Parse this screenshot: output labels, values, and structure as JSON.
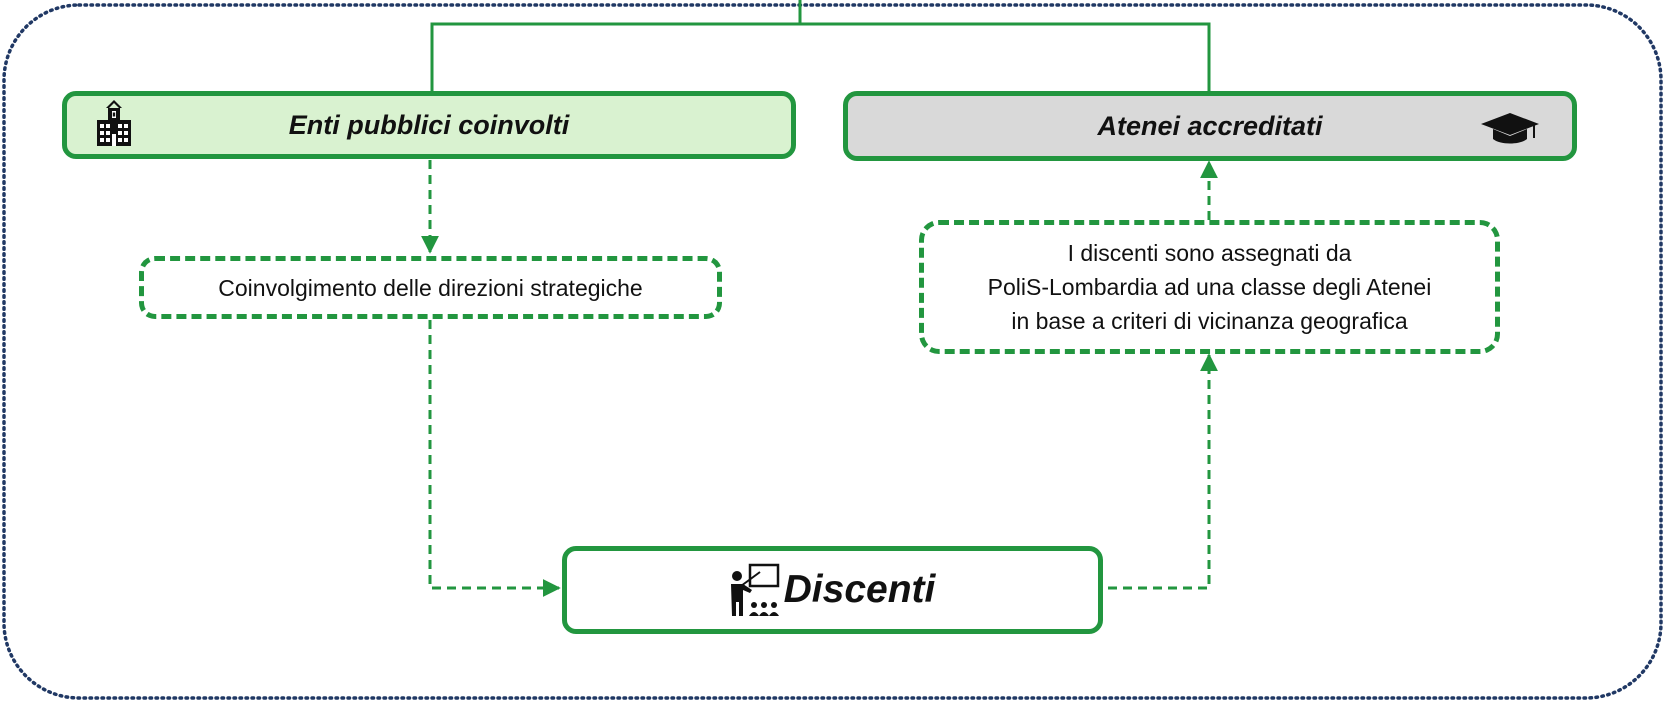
{
  "diagram": {
    "enti": {
      "label": "Enti pubblici coinvolti",
      "icon": "school-building-icon"
    },
    "atenei": {
      "label": "Atenei accreditati",
      "icon": "graduation-cap-icon"
    },
    "coinvolgimento": {
      "label": "Coinvolgimento delle direzioni strategiche"
    },
    "assegnazione": {
      "lines": [
        "I discenti sono assegnati da",
        "PoliS-Lombardia ad una classe degli Atenei",
        "in base a criteri di vicinanza geografica"
      ]
    },
    "discenti": {
      "label": "Discenti",
      "icon": "teacher-presentation-icon"
    }
  },
  "colors": {
    "accent_green": "#22963f",
    "enti_fill": "#d9f2d0",
    "atenei_fill": "#d9d9d9",
    "frame_dots": "#203864"
  }
}
